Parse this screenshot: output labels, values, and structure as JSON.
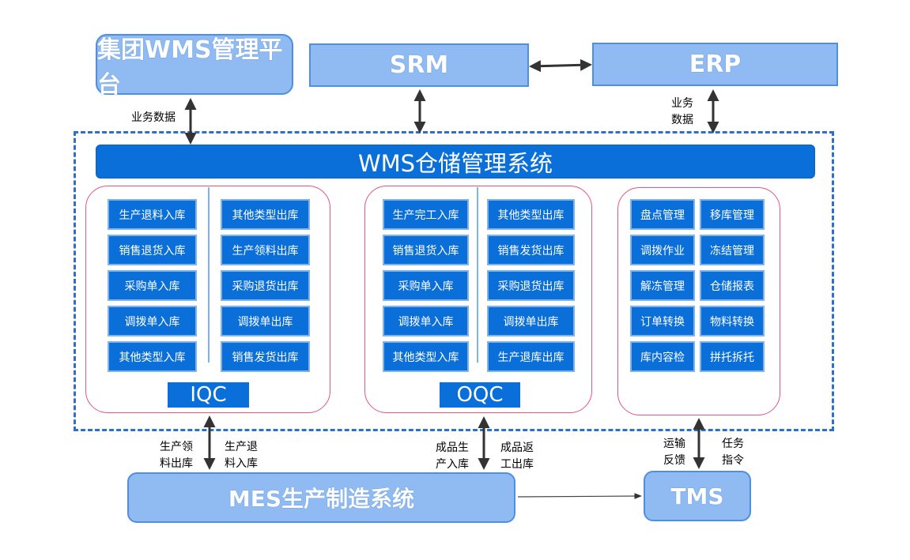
{
  "systems": {
    "group_wms": "集团WMS管理平台",
    "srm": "SRM",
    "erp": "ERP",
    "mes": "MES生产制造系统",
    "tms": "TMS"
  },
  "wms_title": "WMS仓储管理系统",
  "labels": {
    "group_data": "业务数据",
    "erp_data_1": "业务",
    "erp_data_2": "数据",
    "mes_issue_1": "生产领",
    "mes_issue_2": "料出库",
    "mes_return_1": "生产退",
    "mes_return_2": "料入库",
    "fg_in_1": "成品生",
    "fg_in_2": "产入库",
    "fg_rework_1": "成品返",
    "fg_rework_2": "工出库",
    "tms_feedback_1": "运输",
    "tms_feedback_2": "反馈",
    "tms_task_1": "任务",
    "tms_task_2": "指令"
  },
  "iqc": {
    "title": "IQC",
    "left": [
      "生产退料入库",
      "销售退货入库",
      "采购单入库",
      "调拨单入库",
      "其他类型入库"
    ],
    "right": [
      "其他类型出库",
      "生产领料出库",
      "采购退货出库",
      "调拨单出库",
      "销售发货出库"
    ]
  },
  "oqc": {
    "title": "OQC",
    "left": [
      "生产完工入库",
      "销售退货入库",
      "采购单入库",
      "调拨单入库",
      "其他类型入库"
    ],
    "right": [
      "其他类型出库",
      "销售发货出库",
      "采购退货出库",
      "调拨单出库",
      "生产退库出库"
    ]
  },
  "mgmt": {
    "left": [
      "盘点管理",
      "调拨作业",
      "解冻管理",
      "订单转换",
      "库内容检"
    ],
    "right": [
      "移库管理",
      "冻结管理",
      "仓储报表",
      "物料转换",
      "拼托拆托"
    ]
  }
}
